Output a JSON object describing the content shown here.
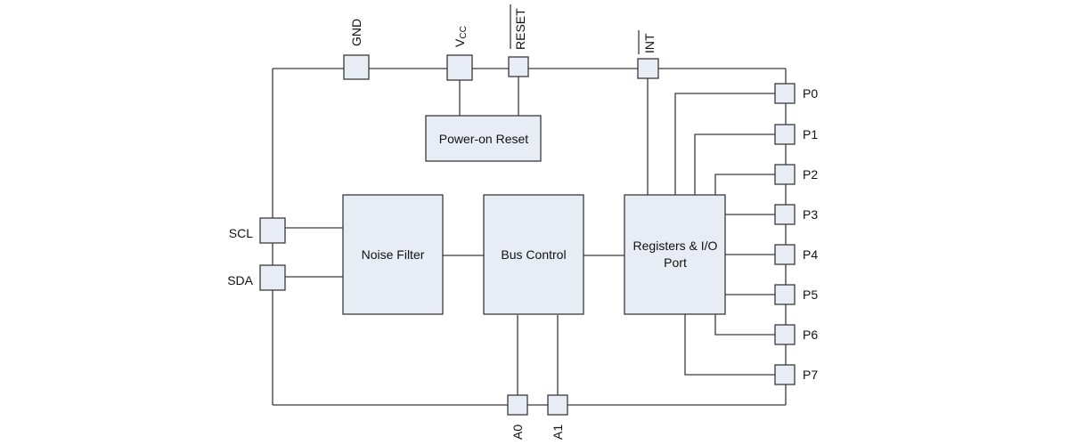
{
  "blocks": {
    "power_on_reset": "Power-on Reset",
    "noise_filter": "Noise Filter",
    "bus_control": "Bus Control",
    "registers_line1": "Registers & I/O",
    "registers_line2": "Port"
  },
  "pins": {
    "gnd": "GND",
    "vcc_main": "V",
    "vcc_sub": "CC",
    "reset": "RESET",
    "int": "INT",
    "scl": "SCL",
    "sda": "SDA",
    "a0": "A0",
    "a1": "A1",
    "p0": "P0",
    "p1": "P1",
    "p2": "P2",
    "p3": "P3",
    "p4": "P4",
    "p5": "P5",
    "p6": "P6",
    "p7": "P7"
  }
}
